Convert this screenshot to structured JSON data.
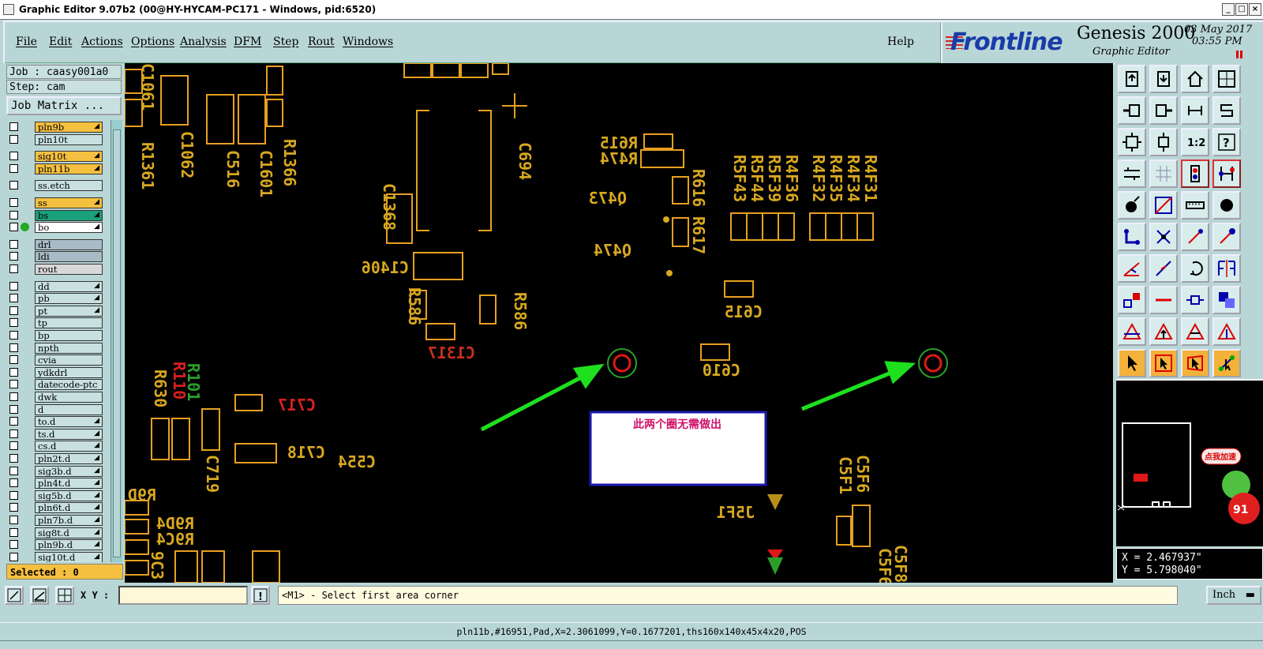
{
  "window": {
    "title": "Graphic Editor 9.07b2 (00@HY-HYCAM-PC171 - Windows, pid:6520)"
  },
  "menu": {
    "items": [
      "File",
      "Edit",
      "Actions",
      "Options",
      "Analysis",
      "DFM",
      "Step",
      "Rout",
      "Windows"
    ],
    "help": "Help"
  },
  "brand": {
    "logo": "Frontline",
    "product": "Genesis 2000",
    "subtitle": "Graphic Editor",
    "date": "03 May 2017",
    "time": "03:55 PM"
  },
  "job": {
    "job_label": "Job : caasy001a0",
    "step_label": "Step: cam",
    "matrix_button": "Job Matrix ..."
  },
  "layers": [
    {
      "name": "pln9b",
      "color": "#f5c040",
      "marked": true
    },
    {
      "name": "pln10t",
      "color": "#c8e0e0",
      "marked": false
    },
    {
      "name": "sig10t",
      "color": "#f5c040",
      "marked": true
    },
    {
      "name": "pln11b",
      "color": "#f5c040",
      "marked": true
    },
    {
      "name": "ss.etch",
      "color": "#c8e0e0",
      "marked": false
    },
    {
      "name": "ss",
      "color": "#f5c040",
      "marked": true
    },
    {
      "name": "bs",
      "color": "#1aa07a",
      "marked": true
    },
    {
      "name": "bo",
      "color": "#ffffff",
      "marked": true
    },
    {
      "name": "drl",
      "color": "#a8bcc8",
      "marked": false
    },
    {
      "name": "ldi",
      "color": "#a8bcc8",
      "marked": false
    },
    {
      "name": "rout",
      "color": "#d8d8d8",
      "marked": false
    },
    {
      "name": "dd",
      "color": "#c8e0e0",
      "marked": true
    },
    {
      "name": "pb",
      "color": "#c8e0e0",
      "marked": true
    },
    {
      "name": "pt",
      "color": "#c8e0e0",
      "marked": true
    },
    {
      "name": "tp",
      "color": "#c8e0e0",
      "marked": false
    },
    {
      "name": "bp",
      "color": "#c8e0e0",
      "marked": false
    },
    {
      "name": "npth",
      "color": "#c8e0e0",
      "marked": false
    },
    {
      "name": "cvia",
      "color": "#c8e0e0",
      "marked": false
    },
    {
      "name": "ydkdrl",
      "color": "#c8e0e0",
      "marked": false
    },
    {
      "name": "datecode-ptc",
      "color": "#c8e0e0",
      "marked": false
    },
    {
      "name": "dwk",
      "color": "#c8e0e0",
      "marked": false
    },
    {
      "name": "d",
      "color": "#c8e0e0",
      "marked": false
    },
    {
      "name": "to.d",
      "color": "#c8e0e0",
      "marked": true
    },
    {
      "name": "ts.d",
      "color": "#c8e0e0",
      "marked": true
    },
    {
      "name": "cs.d",
      "color": "#c8e0e0",
      "marked": true
    },
    {
      "name": "pln2t.d",
      "color": "#c8e0e0",
      "marked": true
    },
    {
      "name": "sig3b.d",
      "color": "#c8e0e0",
      "marked": true
    },
    {
      "name": "pln4t.d",
      "color": "#c8e0e0",
      "marked": true
    },
    {
      "name": "sig5b.d",
      "color": "#c8e0e0",
      "marked": true
    },
    {
      "name": "pln6t.d",
      "color": "#c8e0e0",
      "marked": true
    },
    {
      "name": "pln7b.d",
      "color": "#c8e0e0",
      "marked": true
    },
    {
      "name": "sig8t.d",
      "color": "#c8e0e0",
      "marked": true
    },
    {
      "name": "pln9b.d",
      "color": "#c8e0e0",
      "marked": true
    },
    {
      "name": "sig10t.d",
      "color": "#c8e0e0",
      "marked": true
    }
  ],
  "selected": "Selected : 0",
  "canvas": {
    "labels": [
      "C1061",
      "R1361",
      "C1062",
      "C516",
      "C1601",
      "R1366",
      "C694",
      "C1368",
      "C1406",
      "R586",
      "R586",
      "C1317",
      "R615",
      "R474",
      "Q473",
      "Q474",
      "R616",
      "R617",
      "C615",
      "C610",
      "R5F43",
      "R5F44",
      "R5F39",
      "R4F36",
      "R4F32",
      "R4F35",
      "R4F34",
      "R4F31",
      "R630",
      "R110",
      "R101",
      "C717",
      "C719",
      "C718",
      "C554",
      "R9D",
      "R9D4",
      "R9C4",
      "9C3",
      "J5F1",
      "C5F1",
      "C5F6",
      "C5F8",
      "C5F6"
    ],
    "annotation": "此两个圈无需做出"
  },
  "minimap": {
    "badge_text": "点我加速",
    "badge_number": "91"
  },
  "coords": {
    "x": "X = 2.467937\"",
    "y": "Y = 5.798040\""
  },
  "command": {
    "xy_label": "X Y :",
    "input_value": "",
    "prompt": "<M1> - Select first area corner",
    "units": "Inch"
  },
  "status": "pln11b,#16951,Pad,X=2.3061099,Y=0.1677201,ths160x140x45x4x20,POS"
}
